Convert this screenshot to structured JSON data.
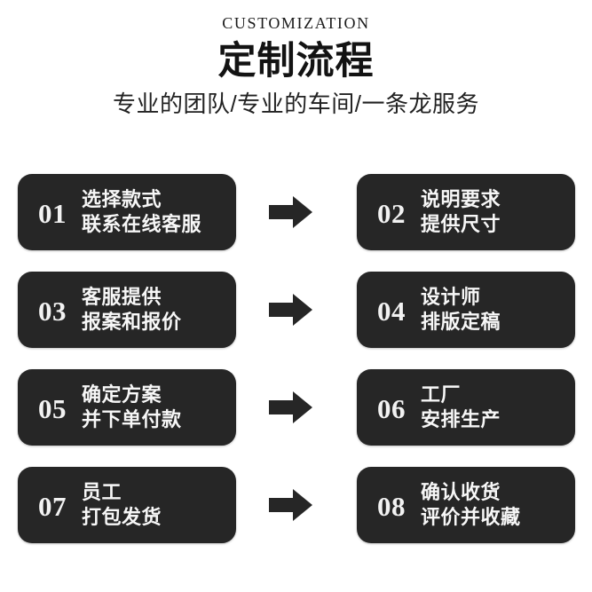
{
  "header": {
    "eyebrow": "CUSTOMIZATION",
    "title": "定制流程",
    "subtitle": "专业的团队/专业的车间/一条龙服务"
  },
  "colors": {
    "box_background": "#262626",
    "box_text": "#f7f7f7",
    "page_background": "#ffffff",
    "title_text": "#131313"
  },
  "flow": {
    "arrow_icon": "arrow-right-icon",
    "rows": [
      {
        "left": {
          "number": "01",
          "line1": "选择款式",
          "line2": "联系在线客服"
        },
        "right": {
          "number": "02",
          "line1": "说明要求",
          "line2": "提供尺寸"
        }
      },
      {
        "left": {
          "number": "03",
          "line1": "客服提供",
          "line2": "报案和报价"
        },
        "right": {
          "number": "04",
          "line1": "设计师",
          "line2": "排版定稿"
        }
      },
      {
        "left": {
          "number": "05",
          "line1": "确定方案",
          "line2": "并下单付款"
        },
        "right": {
          "number": "06",
          "line1": "工厂",
          "line2": "安排生产"
        }
      },
      {
        "left": {
          "number": "07",
          "line1": "员工",
          "line2": "打包发货"
        },
        "right": {
          "number": "08",
          "line1": "确认收货",
          "line2": "评价并收藏"
        }
      }
    ]
  }
}
